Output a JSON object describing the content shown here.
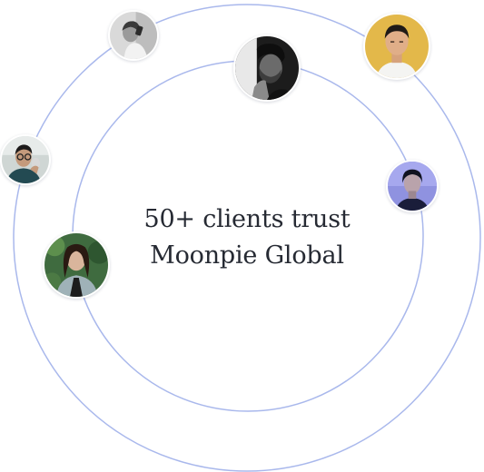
{
  "headline": {
    "line1": "50+ clients trust",
    "line2": "Moonpie Global"
  },
  "colors": {
    "orbit": "#a9b8ec",
    "text": "#262a33",
    "background": "#ffffff"
  },
  "avatars": [
    {
      "name": "client-avatar-woman-phone",
      "tone": "grayscale"
    },
    {
      "name": "client-avatar-man-dark",
      "tone": "dark"
    },
    {
      "name": "client-avatar-man-yellow",
      "tone": "yellow"
    },
    {
      "name": "client-avatar-man-glasses",
      "tone": "teal"
    },
    {
      "name": "client-avatar-woman-purple",
      "tone": "purple"
    },
    {
      "name": "client-avatar-woman-green",
      "tone": "green"
    }
  ]
}
